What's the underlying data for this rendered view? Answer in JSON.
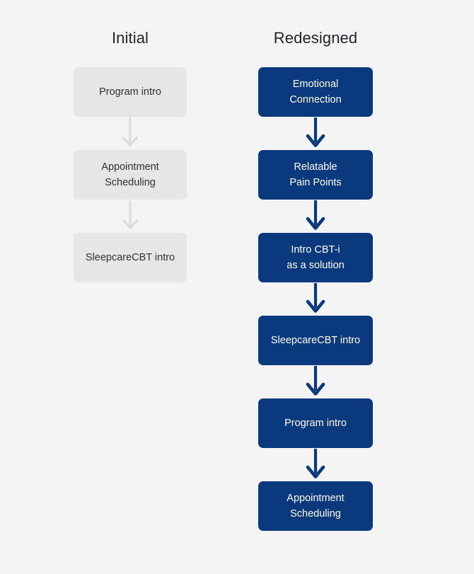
{
  "background_color": "#f4f4f4",
  "columns": [
    {
      "id": "initial",
      "title": "Initial",
      "node_fill": "#e6e6e6",
      "node_text_color": "#303030",
      "arrow_color": "#dcdcdc",
      "nodes": [
        {
          "label": "Program intro"
        },
        {
          "label": "Appointment\nScheduling"
        },
        {
          "label": "SleepcareCBT intro"
        }
      ]
    },
    {
      "id": "redesigned",
      "title": "Redesigned",
      "node_fill": "#0a3a7d",
      "node_text_color": "#ffffff",
      "arrow_color": "#0a3a7d",
      "nodes": [
        {
          "label": "Emotional\nConnection"
        },
        {
          "label": "Relatable\nPain Points"
        },
        {
          "label": "Intro CBT-i\nas a solution"
        },
        {
          "label": "SleepcareCBT intro"
        },
        {
          "label": "Program intro"
        },
        {
          "label": "Appointment\nScheduling"
        }
      ]
    }
  ],
  "icons": {
    "arrow_down": "arrow-down-icon"
  }
}
